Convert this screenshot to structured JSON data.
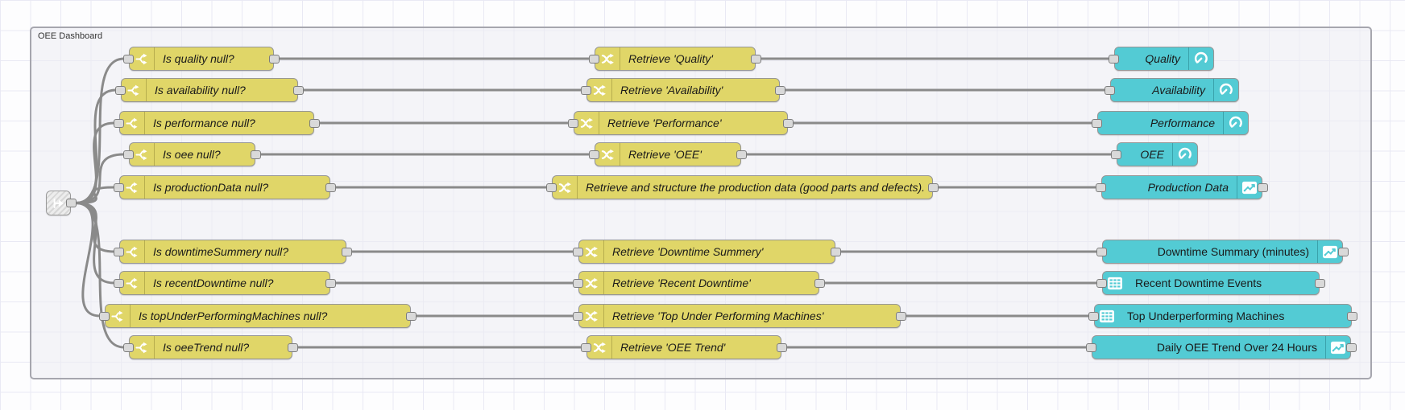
{
  "app": {
    "name": "Node-RED flow editor canvas"
  },
  "group": {
    "label": "OEE Dashboard"
  },
  "colors": {
    "function_node_fill": "#e0d668",
    "dashboard_node_fill": "#53cbd4",
    "wire": "#8a8a8a",
    "port_fill": "#d9d9d9",
    "group_border": "#a6a6ae",
    "grid_line": "#e9e9f4"
  },
  "link_node": {
    "icon": "link-out-icon"
  },
  "rows": [
    {
      "check": "Is quality null?",
      "retrieve": "Retrieve 'Quality'",
      "output": "Quality",
      "output_icon": "gauge-icon",
      "output_icon_side": "right",
      "output_has_out_port": false,
      "output_italic": true
    },
    {
      "check": "Is availability null?",
      "retrieve": "Retrieve 'Availability'",
      "output": "Availability",
      "output_icon": "gauge-icon",
      "output_icon_side": "right",
      "output_has_out_port": false,
      "output_italic": true
    },
    {
      "check": "Is performance null?",
      "retrieve": "Retrieve 'Performance'",
      "output": "Performance",
      "output_icon": "gauge-icon",
      "output_icon_side": "right",
      "output_has_out_port": false,
      "output_italic": true
    },
    {
      "check": "Is oee null?",
      "retrieve": "Retrieve 'OEE'",
      "output": "OEE",
      "output_icon": "gauge-icon",
      "output_icon_side": "right",
      "output_has_out_port": false,
      "output_italic": true
    },
    {
      "check": "Is productionData null?",
      "retrieve": "Retrieve and structure the production data (good parts and defects).",
      "output": "Production Data",
      "output_icon": "chart-icon",
      "output_icon_side": "right",
      "output_has_out_port": true,
      "output_italic": true
    },
    {
      "check": "Is downtimeSummery null?",
      "retrieve": "Retrieve 'Downtime Summery'",
      "output": "Downtime Summary (minutes)",
      "output_icon": "chart-icon",
      "output_icon_side": "right",
      "output_has_out_port": true,
      "output_italic": false
    },
    {
      "check": "Is recentDowntime null?",
      "retrieve": "Retrieve 'Recent Downtime'",
      "output": "Recent Downtime Events",
      "output_icon": "table-icon",
      "output_icon_side": "left",
      "output_has_out_port": true,
      "output_italic": false
    },
    {
      "check": "Is topUnderPerformingMachines null?",
      "retrieve": "Retrieve 'Top Under Performing Machines'",
      "output": "Top Underperforming Machines",
      "output_icon": "table-icon",
      "output_icon_side": "left",
      "output_has_out_port": true,
      "output_italic": false
    },
    {
      "check": "Is oeeTrend null?",
      "retrieve": "Retrieve 'OEE Trend'",
      "output": "Daily OEE Trend Over 24 Hours",
      "output_icon": "chart-icon",
      "output_icon_side": "right",
      "output_has_out_port": true,
      "output_italic": false
    }
  ]
}
